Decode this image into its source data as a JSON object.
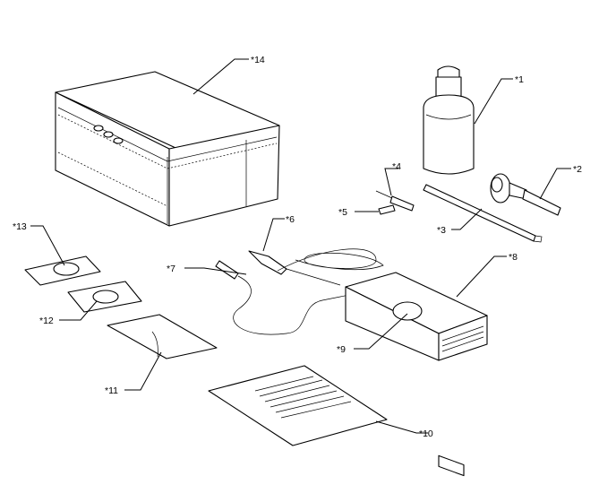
{
  "labels": {
    "c1": "*1",
    "c2": "*2",
    "c3": "*3",
    "c4": "*4",
    "c5": "*5",
    "c6": "*6",
    "c7": "*7",
    "c8": "*8",
    "c9": "*9",
    "c10": "*10",
    "c11": "*11",
    "c12": "*12",
    "c13": "*13",
    "c14": "*14"
  }
}
